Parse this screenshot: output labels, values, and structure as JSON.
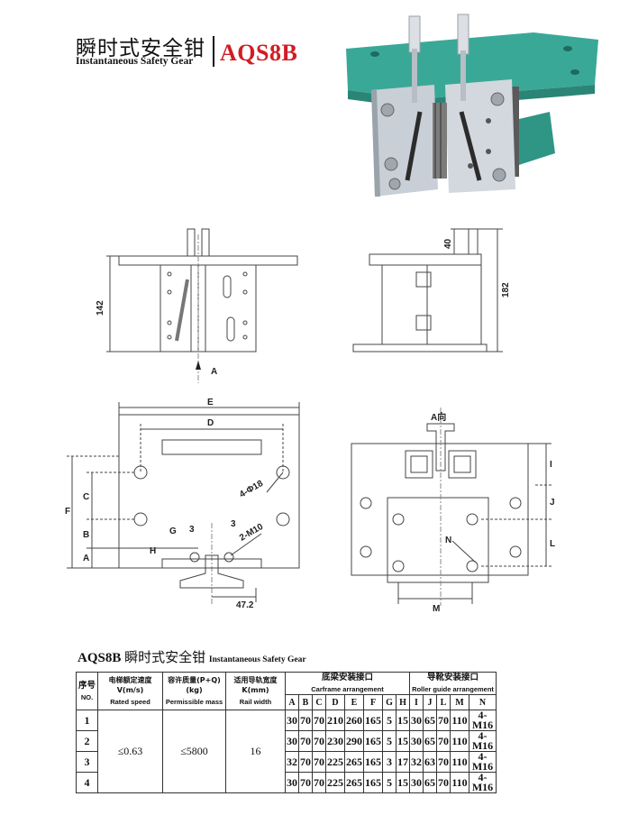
{
  "header": {
    "title_zh": "瞬时式安全钳",
    "title_en": "Instantaneous Safety Gear",
    "model": "AQS8B"
  },
  "drawing": {
    "dims": {
      "h142": "142",
      "h40": "40",
      "h182": "182",
      "e": "E",
      "d": "D",
      "f": "F",
      "c": "C",
      "b": "B",
      "a": "A",
      "g": "G",
      "h": "H",
      "i": "I",
      "j": "J",
      "l": "L",
      "m": "M",
      "n": "N",
      "hole4": "4-Φ18",
      "m10": "2-M10",
      "three_a": "3",
      "three_b": "3",
      "w472": "47.2",
      "arrow_a": "A",
      "view_a": "A向"
    }
  },
  "table": {
    "title_model": "AQS8B",
    "title_zh": "瞬时式安全钳",
    "title_en": "Instantaneous Safety Gear",
    "h_no_zh": "序号",
    "h_no_en": "NO.",
    "h_speed_zh": "电梯额定速度V(m/s)",
    "h_speed_en": "Rated speed",
    "h_mass_zh": "容许质量(P+Q)(kg)",
    "h_mass_en": "Permissible mass",
    "h_rail_zh": "适用导轨宽度K(mm)",
    "h_rail_en": "Rail width",
    "h_car_zh": "底梁安装接口",
    "h_car_en": "Carframe arrangement",
    "h_roller_zh": "导靴安装接口",
    "h_roller_en": "Roller guide arrangement",
    "cols": [
      "A",
      "B",
      "C",
      "D",
      "E",
      "F",
      "G",
      "H",
      "I",
      "J",
      "L",
      "M",
      "N"
    ],
    "speed": "≤0.63",
    "mass": "≤5800",
    "rail": "16",
    "rows": [
      {
        "no": "1",
        "v": [
          "30",
          "70",
          "70",
          "210",
          "260",
          "165",
          "5",
          "15",
          "30",
          "65",
          "70",
          "110",
          "4-M16"
        ]
      },
      {
        "no": "2",
        "v": [
          "30",
          "70",
          "70",
          "230",
          "290",
          "165",
          "5",
          "15",
          "30",
          "65",
          "70",
          "110",
          "4-M16"
        ]
      },
      {
        "no": "3",
        "v": [
          "32",
          "70",
          "70",
          "225",
          "265",
          "165",
          "3",
          "17",
          "32",
          "63",
          "70",
          "110",
          "4-M16"
        ]
      },
      {
        "no": "4",
        "v": [
          "30",
          "70",
          "70",
          "225",
          "265",
          "165",
          "5",
          "15",
          "30",
          "65",
          "70",
          "110",
          "4-M16"
        ]
      }
    ]
  },
  "colors": {
    "accent_red": "#d21c24",
    "plate_green": "#3aa897"
  }
}
